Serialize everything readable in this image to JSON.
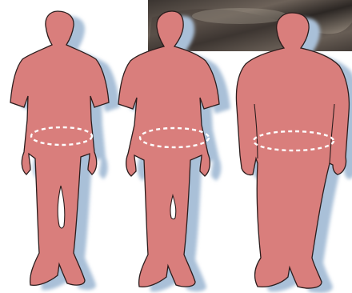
{
  "figures": [
    {
      "id": "figure-normal-weight",
      "build": "normal"
    },
    {
      "id": "figure-overweight",
      "build": "overweight"
    },
    {
      "id": "figure-obese",
      "build": "obese"
    }
  ],
  "colors": {
    "body_fill": "#d97e7c",
    "outline": "#2b1d1d",
    "shadow": "#a9c0d8",
    "waist_marker": "#ffffff",
    "background": "#ffffff",
    "photo_dark": "#2a2622",
    "photo_light": "#8e8478"
  },
  "icons": {
    "waist_marker": "dashed-ellipse-icon",
    "photo": "photo-strip-image"
  }
}
